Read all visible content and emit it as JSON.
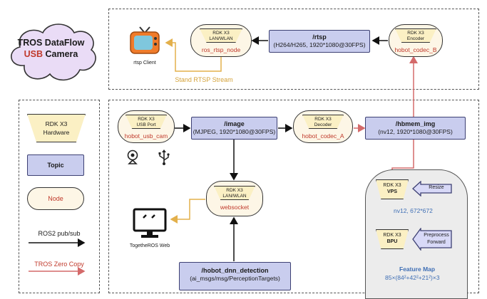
{
  "title": {
    "line1": "TROS DataFlow",
    "line2a": "USB",
    "line2b": " Camera"
  },
  "legend": {
    "hardware_line1": "RDK X3",
    "hardware_line2": "Hardware",
    "topic": "Topic",
    "node": "Node",
    "pubsub": "ROS2 pub/sub",
    "zerocopy": "TROS Zero Copy"
  },
  "rtsp_topic": {
    "name": "/rtsp",
    "desc": "(H264/H265, 1920*1080@30FPS)"
  },
  "rtsp_node": {
    "hw1": "RDK X3",
    "hw2": "LAN/WLAN",
    "name": "ros_rtsp_node"
  },
  "encoder_node": {
    "hw1": "RDK X3",
    "hw2": "Encoder",
    "name": "hobot_codec_B"
  },
  "rtsp_client": "rtsp Client",
  "stand_rtsp": "Stand RTSP Stream",
  "usb_node": {
    "hw1": "RDK X3",
    "hw2": "USB Port",
    "name": "hobot_usb_cam"
  },
  "image_topic": {
    "name": "/image",
    "desc": "(MJPEG, 1920*1080@30FPS)"
  },
  "decoder_node": {
    "hw1": "RDK X3",
    "hw2": "Decoder",
    "name": "hobot_codec_A"
  },
  "hbmem_topic": {
    "name": "/hbmem_img",
    "desc": "(nv12, 1920*1080@30FPS)"
  },
  "websocket_node": {
    "hw1": "RDK X3",
    "hw2": "LAN/WLAN",
    "name": "websocket"
  },
  "web_label": "TogetheROS Web",
  "dnn_topic": {
    "name": "/hobot_dnn_detection",
    "desc": "(ai_msgs/msg/PerceptionTargets)"
  },
  "vps": {
    "hw1": "RDK X3",
    "hw2": "VPS"
  },
  "bpu": {
    "hw1": "RDK X3",
    "hw2": "BPU"
  },
  "resize": "Resize",
  "preprocess": {
    "l1": "Preprocess",
    "l2": "Forward"
  },
  "nv12_label": "nv12, 672*672",
  "feature_map": {
    "l1": "Feature Map",
    "l2": "85×(84²+42²+21²)×3"
  },
  "colors": {
    "topic_fill": "#c9cdee",
    "node_fill": "#fdf6e6",
    "hw_fill": "#fbf0c4",
    "zero_copy": "#d46a6a",
    "stream": "#e3b04b",
    "bpu_blue": "#3f6fb5"
  }
}
